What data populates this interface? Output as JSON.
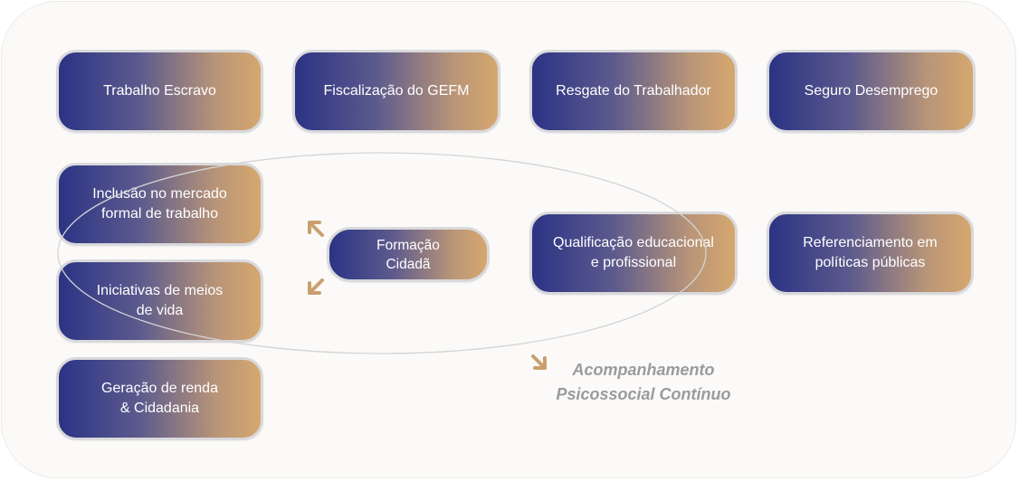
{
  "colors": {
    "gradient_start": "#2b3384",
    "gradient_end": "#d6a76e",
    "node_border": "#d9d9dc",
    "arrow": "#c9a06e",
    "caption_text": "#9b9a9e",
    "ellipse_stroke": "#d4d4d6"
  },
  "nodes": {
    "trabalho_escravo": "Trabalho Escravo",
    "fiscalizacao": "Fiscalização do GEFM",
    "resgate": "Resgate do Trabalhador",
    "seguro": "Seguro Desemprego",
    "inclusao": "Inclusão no mercado\nformal de trabalho",
    "iniciativas": "Iniciativas de meios\nde vida",
    "geracao": "Geração de renda\n& Cidadania",
    "formacao": "Formação\nCidadã",
    "qualificacao": "Qualificação educacional\ne profissional",
    "referenciamento": "Referenciamento em\npolíticas públicas"
  },
  "caption": "Acompanhamento\nPsicossocial Contínuo",
  "icons": {
    "arrow_up_left": "arrow-up-left-icon",
    "arrow_down_left": "arrow-down-left-icon",
    "arrow_down_right": "arrow-down-right-icon"
  }
}
